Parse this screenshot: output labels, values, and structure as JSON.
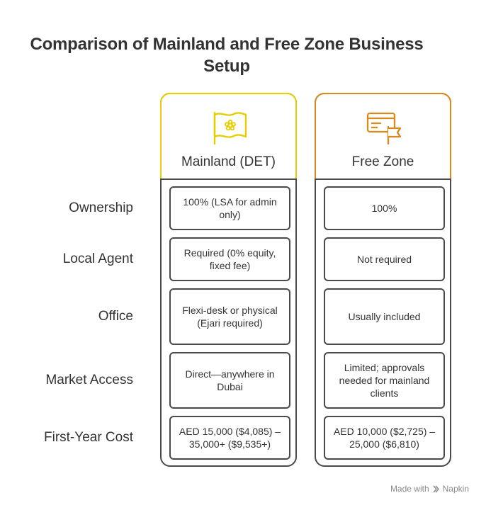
{
  "title": "Comparison of Mainland and Free Zone Business Setup",
  "title_line1": "Comparison of Mainland and Free Zone Business",
  "title_line2": "Setup",
  "columns": [
    {
      "label": "Mainland (DET)",
      "icon": "flag-icon",
      "accent": "#e6cf00"
    },
    {
      "label": "Free Zone",
      "icon": "card-flag-icon",
      "accent": "#d88a1f"
    }
  ],
  "rows": [
    {
      "label": "Ownership",
      "mainland": "100% (LSA for admin only)",
      "freezone": "100%"
    },
    {
      "label": "Local Agent",
      "mainland": "Required (0% equity, fixed fee)",
      "freezone": "Not required"
    },
    {
      "label": "Office",
      "mainland": "Flexi-desk or physical (Ejari required)",
      "freezone": "Usually included"
    },
    {
      "label": "Market Access",
      "mainland": "Direct—anywhere in Dubai",
      "freezone": "Limited; approvals needed for mainland clients"
    },
    {
      "label": "First-Year Cost",
      "mainland": "AED 15,000 ($4,085) – 35,000+ ($9,535+)",
      "freezone": "AED 10,000 ($2,725) – 25,000 ($6,810)"
    }
  ],
  "footer": {
    "text": "Made with",
    "brand": "Napkin"
  }
}
